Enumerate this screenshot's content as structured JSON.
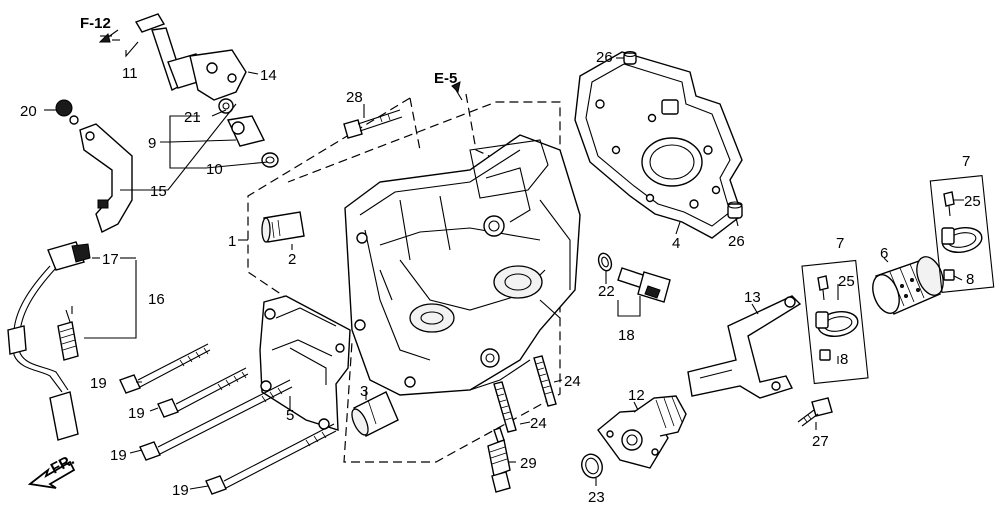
{
  "refs": {
    "f12": "F-12",
    "e5": "E-5",
    "fr": "FR."
  },
  "callouts": {
    "c1": "1",
    "c2": "2",
    "c3": "3",
    "c4": "4",
    "c5": "5",
    "c6": "6",
    "c7a": "7",
    "c7b": "7",
    "c8a": "8",
    "c8b": "8",
    "c9": "9",
    "c10": "10",
    "c11": "11",
    "c12": "12",
    "c13": "13",
    "c14": "14",
    "c15": "15",
    "c16": "16",
    "c17": "17",
    "c18": "18",
    "c19a": "19",
    "c19b": "19",
    "c19c": "19",
    "c19d": "19",
    "c20": "20",
    "c21": "21",
    "c22": "22",
    "c23": "23",
    "c24a": "24",
    "c24b": "24",
    "c25a": "25",
    "c25b": "25",
    "c26a": "26",
    "c26b": "26",
    "c27": "27",
    "c28": "28",
    "c29": "29"
  }
}
